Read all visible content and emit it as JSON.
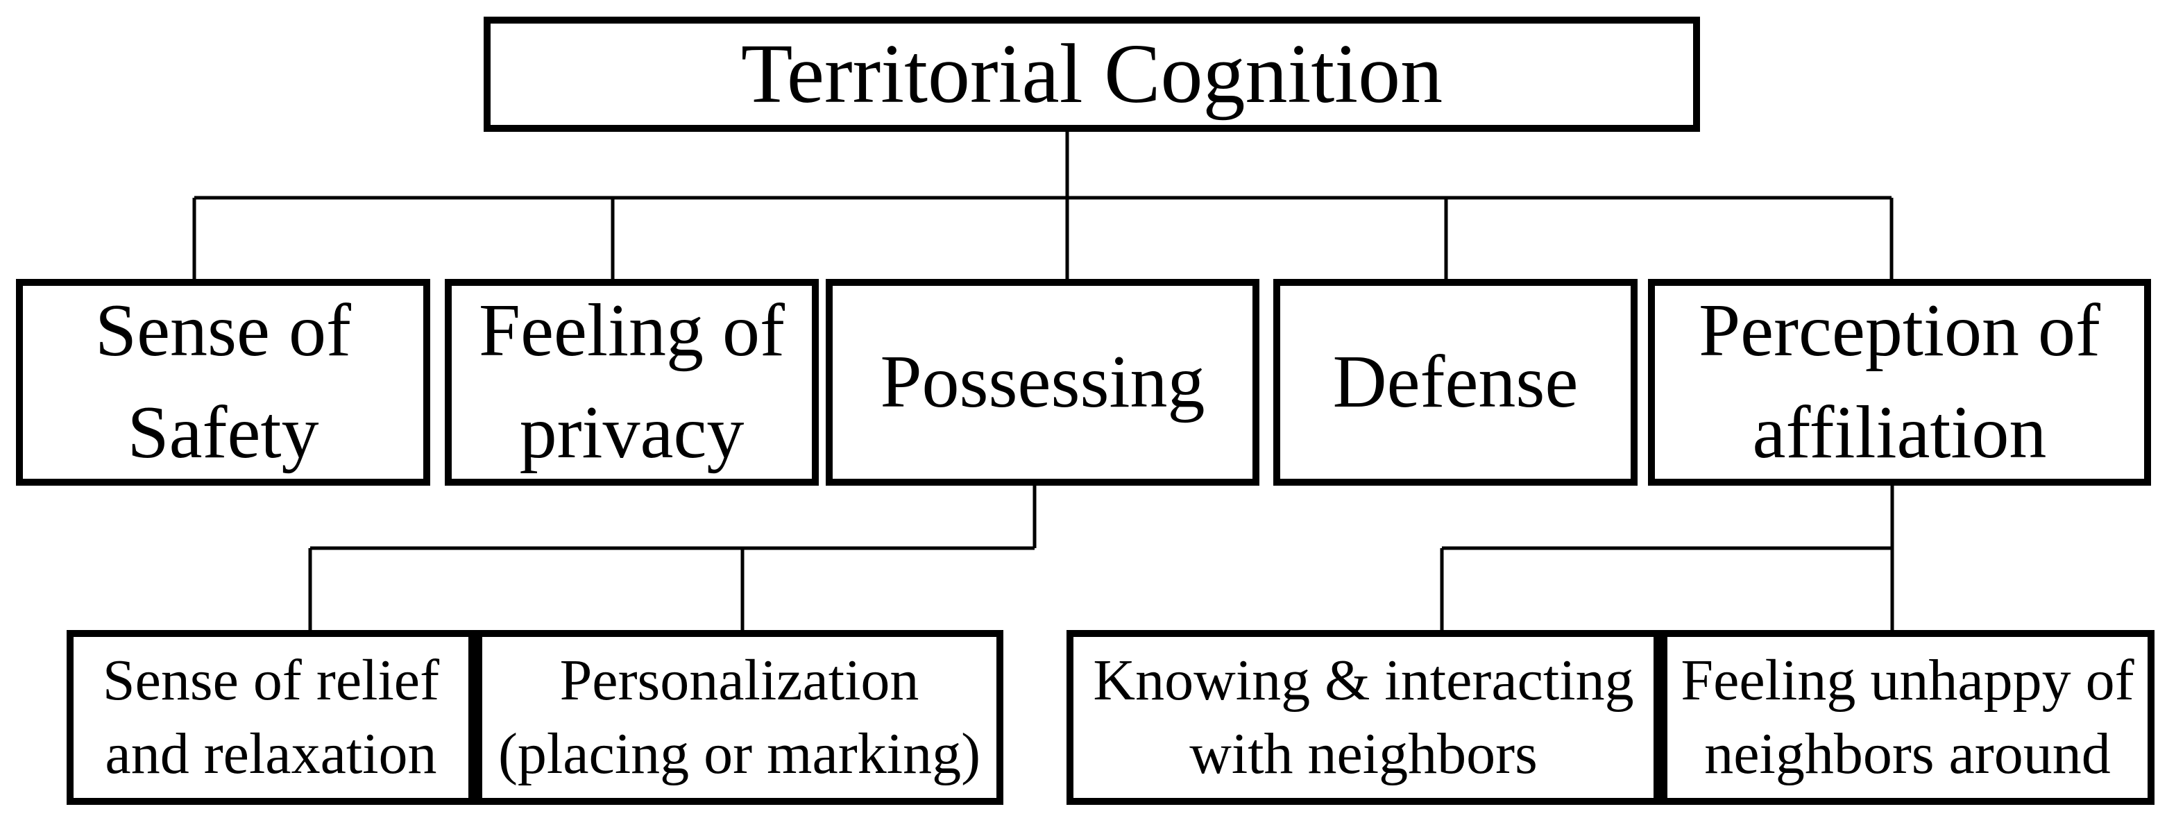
{
  "diagram_title": "Territorial Cognition",
  "colors": {
    "line": "#000000",
    "box_border": "#000000",
    "box_fill": "#ffffff",
    "text": "#000000",
    "background": "#ffffff"
  },
  "nodes": {
    "root": "Territorial Cognition",
    "safety": "Sense of\nSafety",
    "privacy": "Feeling of\nprivacy",
    "possessing": "Possessing",
    "defense": "Defense",
    "affiliation": "Perception of\naffiliation",
    "relief": "Sense of relief\nand relaxation",
    "personalization": "Personalization\n(placing or marking)",
    "knowing": "Knowing & interacting\nwith neighbors",
    "unhappy": "Feeling unhappy of\nneighbors around"
  },
  "tree": {
    "label": "Territorial Cognition",
    "children": [
      {
        "label": "Sense of Safety",
        "children": []
      },
      {
        "label": "Feeling of privacy",
        "children": []
      },
      {
        "label": "Possessing",
        "children": [
          {
            "label": "Sense of relief and relaxation"
          },
          {
            "label": "Personalization (placing or marking)"
          }
        ]
      },
      {
        "label": "Defense",
        "children": []
      },
      {
        "label": "Perception of affiliation",
        "children": [
          {
            "label": "Knowing & interacting with neighbors"
          },
          {
            "label": "Feeling unhappy of neighbors around"
          }
        ]
      }
    ]
  }
}
